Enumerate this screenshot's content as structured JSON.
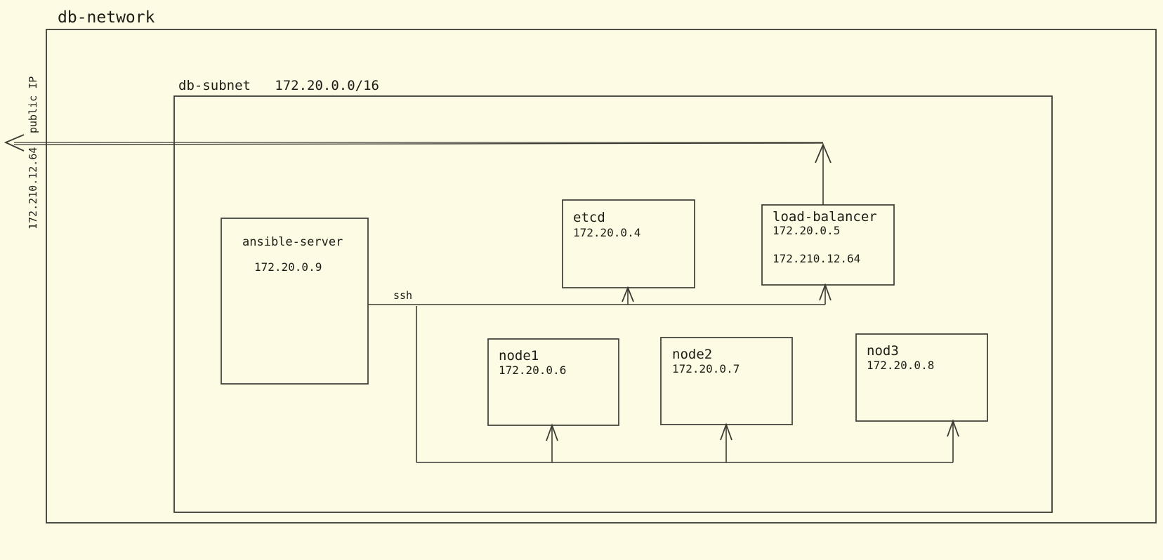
{
  "diagram": {
    "type": "network-topology",
    "background_color": "#fdfbe4",
    "line_color": "#3b3b33",
    "text_color": "#1d1d15",
    "title": "db-network",
    "subnet": {
      "name": "db-subnet",
      "cidr": "172.20.0.0/16",
      "label": "db-subnet   172.20.0.0/16"
    },
    "external": {
      "public_ip_label": "public IP",
      "public_ip_value": "172.210.12.64"
    },
    "edge_labels": {
      "ssh": "ssh"
    },
    "nodes": [
      {
        "id": "ansible-server",
        "name": "ansible-server",
        "ip": "172.20.0.9"
      },
      {
        "id": "etcd",
        "name": "etcd",
        "ip": "172.20.0.4"
      },
      {
        "id": "load-balancer",
        "name": "load-balancer",
        "ip": "172.20.0.5",
        "public_ip": "172.210.12.64"
      },
      {
        "id": "node1",
        "name": "node1",
        "ip": "172.20.0.6"
      },
      {
        "id": "node2",
        "name": "node2",
        "ip": "172.20.0.7"
      },
      {
        "id": "nod3",
        "name": "nod3",
        "ip": "172.20.0.8"
      }
    ]
  }
}
